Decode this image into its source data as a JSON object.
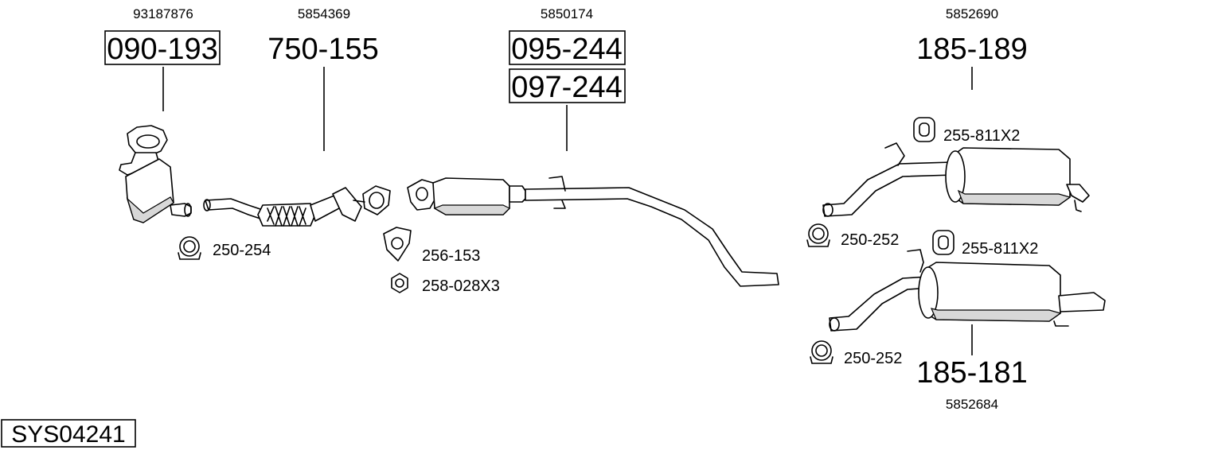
{
  "system_code": "SYS04241",
  "parts": {
    "cat": {
      "oe": "93187876",
      "number": "090-193"
    },
    "front_pipe": {
      "oe": "5854369",
      "number": "750-155"
    },
    "mid": {
      "oe": "5850174",
      "number_1": "095-244",
      "number_2": "097-244"
    },
    "rear_upper": {
      "oe": "5852690",
      "number": "185-189"
    },
    "rear_lower": {
      "oe": "5852684",
      "number": "185-181"
    }
  },
  "accessories": {
    "clamp_cat": "250-254",
    "gasket": "256-153",
    "nut": "258-028X3",
    "hanger_upper": "255-811X2",
    "clamp_upper": "250-252",
    "hanger_lower": "255-811X2",
    "clamp_lower": "250-252"
  }
}
